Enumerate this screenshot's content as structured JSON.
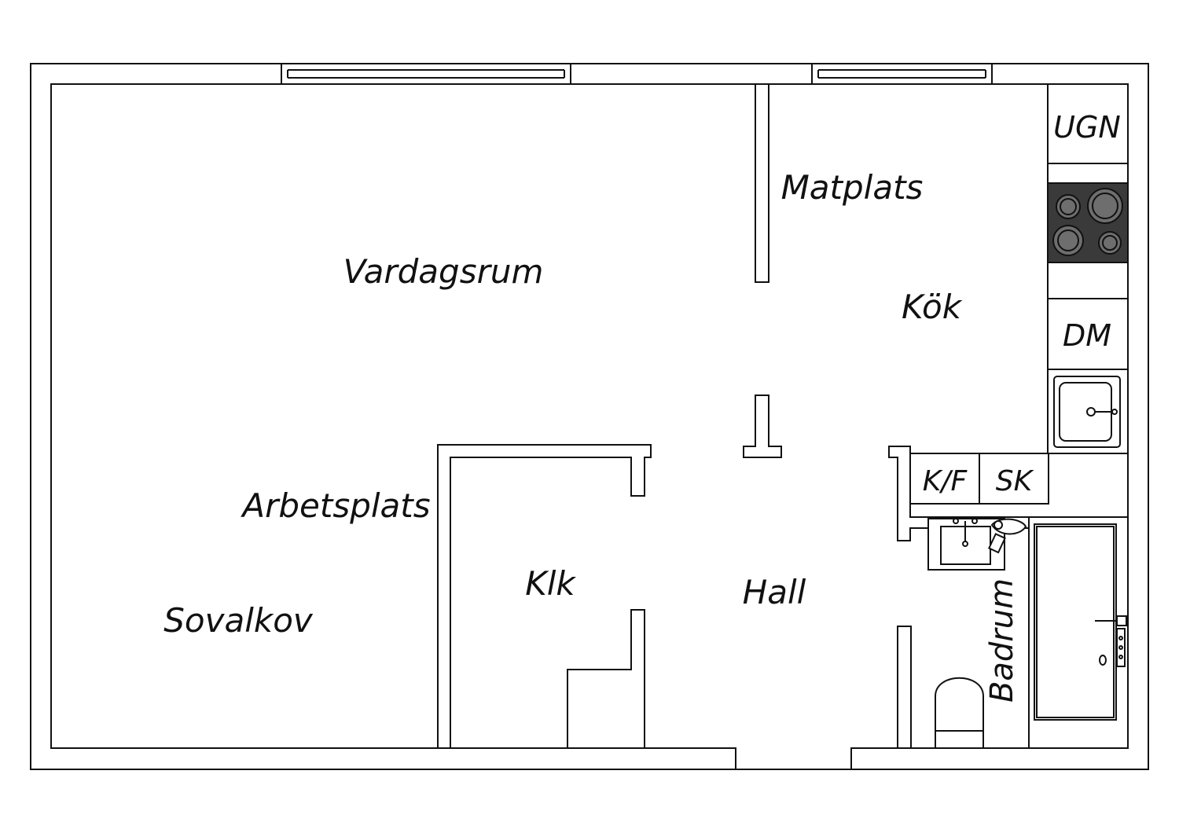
{
  "colors": {
    "line": "#111111",
    "wall_fill": "#ffffff",
    "hob": "#3a3a3a",
    "hob_ring": "#6e6e6e"
  },
  "rooms": {
    "vardagsrum": "Vardagsrum",
    "matplats": "Matplats",
    "kok": "Kök",
    "arbetsplats": "Arbetsplats",
    "sovalkov": "Sovalkov",
    "klk": "Klk",
    "hall": "Hall",
    "badrum": "Badrum"
  },
  "appliances": {
    "ugn": "UGN",
    "dm": "DM",
    "kf": "K/F",
    "sk": "SK"
  }
}
